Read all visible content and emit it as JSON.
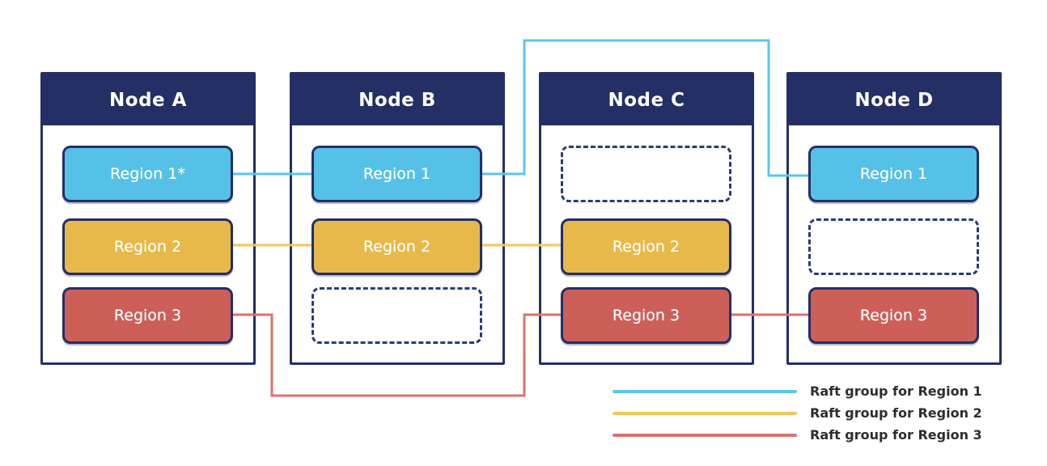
{
  "colors": {
    "navy": "#242f66",
    "region1_fill": "#56c1e6",
    "region2_fill": "#e6b94a",
    "region3_fill": "#cd5f59",
    "raft1_line": "#5bc6ea",
    "raft2_line": "#f2c75b",
    "raft3_line": "#d9736d",
    "legend_text": "#2d2d2d"
  },
  "nodes": [
    {
      "title": "Node A",
      "slots": [
        {
          "type": "region",
          "label": "Region 1*"
        },
        {
          "type": "region",
          "label": "Region 2"
        },
        {
          "type": "region",
          "label": "Region 3"
        }
      ]
    },
    {
      "title": "Node B",
      "slots": [
        {
          "type": "region",
          "label": "Region 1"
        },
        {
          "type": "region",
          "label": "Region 2"
        },
        {
          "type": "empty",
          "label": ""
        }
      ]
    },
    {
      "title": "Node C",
      "slots": [
        {
          "type": "empty",
          "label": ""
        },
        {
          "type": "region",
          "label": "Region 2"
        },
        {
          "type": "region",
          "label": "Region 3"
        }
      ]
    },
    {
      "title": "Node D",
      "slots": [
        {
          "type": "region",
          "label": "Region 1"
        },
        {
          "type": "empty",
          "label": ""
        },
        {
          "type": "region",
          "label": "Region 3"
        }
      ]
    }
  ],
  "legend": {
    "items": [
      {
        "label": "Raft group for Region 1",
        "connects": [
          "Node A",
          "Node B",
          "Node D"
        ]
      },
      {
        "label": "Raft group for Region 2",
        "connects": [
          "Node A",
          "Node B",
          "Node C"
        ]
      },
      {
        "label": "Raft group for Region 3",
        "connects": [
          "Node A",
          "Node C",
          "Node D"
        ]
      }
    ]
  }
}
